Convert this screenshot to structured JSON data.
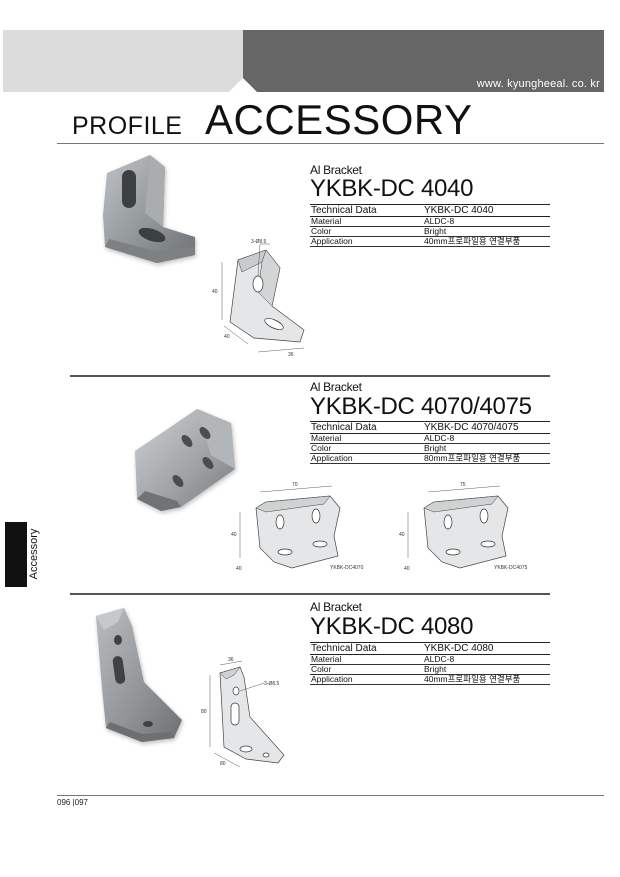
{
  "header": {
    "url": "www. kyungheeal. co. kr",
    "title_small": "PROFILE",
    "title_large": "ACCESSORY"
  },
  "side_tab": {
    "label": "Accessory"
  },
  "products": [
    {
      "category": "Al Bracket",
      "model": "YKBK-DC 4040",
      "spec_header": [
        "Technical Data",
        "YKBK-DC 4040"
      ],
      "specs": [
        [
          "Material",
          "ALDC-8"
        ],
        [
          "Color",
          "Bright"
        ],
        [
          "Application",
          "40mm프로파일용 연결부품"
        ]
      ],
      "drawing_labels": [
        "3-Ø8.5"
      ],
      "dims": [
        "40",
        "40",
        "36"
      ]
    },
    {
      "category": "Al Bracket",
      "model": "YKBK-DC 4070/4075",
      "spec_header": [
        "Technical Data",
        "YKBK-DC 4070/4075"
      ],
      "specs": [
        [
          "Material",
          "ALDC-8"
        ],
        [
          "Color",
          "Bright"
        ],
        [
          "Application",
          "80mm프로파일용 연결부품"
        ]
      ],
      "drawing_labels": [
        "YKBK-DC4070",
        "YKBK-DC4075"
      ],
      "dims": [
        "70",
        "40",
        "40",
        "75",
        "40",
        "40"
      ]
    },
    {
      "category": "Al Bracket",
      "model": "YKBK-DC 4080",
      "spec_header": [
        "Technical Data",
        "YKBK-DC 4080"
      ],
      "specs": [
        [
          "Material",
          "ALDC-8"
        ],
        [
          "Color",
          "Bright"
        ],
        [
          "Application",
          "40mm프로파일용 연결부품"
        ]
      ],
      "drawing_labels": [
        "3-Ø8.5"
      ],
      "dims": [
        "36",
        "80",
        "80"
      ]
    }
  ],
  "footer": {
    "page_numbers": "096 |097"
  }
}
